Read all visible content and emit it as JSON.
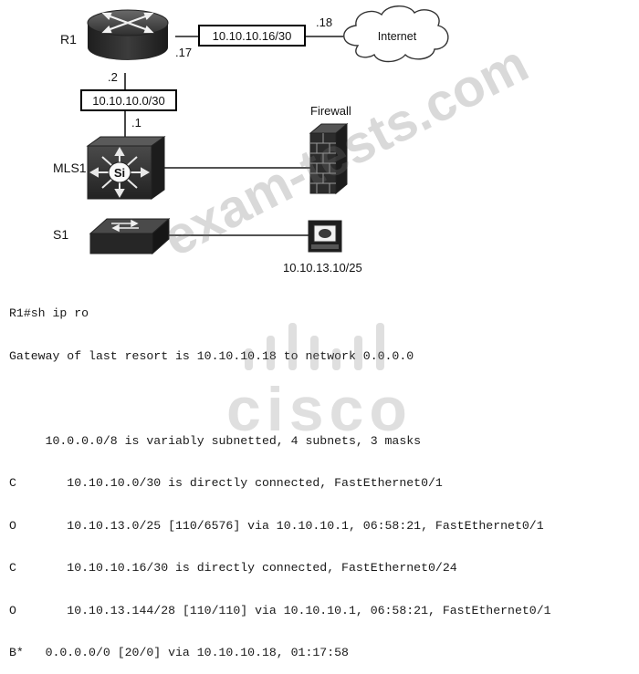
{
  "diagram": {
    "router": {
      "name": "R1"
    },
    "internet": {
      "label": "Internet"
    },
    "links": {
      "r1_internet": {
        "subnet": "10.10.10.16/30",
        "r1_end": ".17",
        "internet_end": ".18"
      },
      "r1_mls1": {
        "subnet": "10.10.10.0/30",
        "r1_end": ".2",
        "mls1_end": ".1"
      }
    },
    "mls": {
      "name": "MLS1",
      "badge": "Si"
    },
    "firewall": {
      "label": "Firewall"
    },
    "switch": {
      "name": "S1"
    },
    "host": {
      "subnet": "10.10.13.10/25"
    }
  },
  "cli_lines": [
    "R1#sh ip ro",
    "Gateway of last resort is 10.10.10.18 to network 0.0.0.0",
    "",
    "     10.0.0.0/8 is variably subnetted, 4 subnets, 3 masks",
    "C       10.10.10.0/30 is directly connected, FastEthernet0/1",
    "O       10.10.13.0/25 [110/6576] via 10.10.10.1, 06:58:21, FastEthernet0/1",
    "C       10.10.10.16/30 is directly connected, FastEthernet0/24",
    "O       10.10.13.144/28 [110/110] via 10.10.10.1, 06:58:21, FastEthernet0/1",
    "B*   0.0.0.0/0 [20/0] via 10.10.10.18, 01:17:58"
  ],
  "watermark": {
    "text": "exam-tests.com",
    "color": "#787878"
  },
  "logo": {
    "word": "cisco",
    "color": "#828282"
  },
  "colors": {
    "device": "#2b2b2b",
    "line": "#1a1a1a",
    "box_border": "#000000"
  }
}
